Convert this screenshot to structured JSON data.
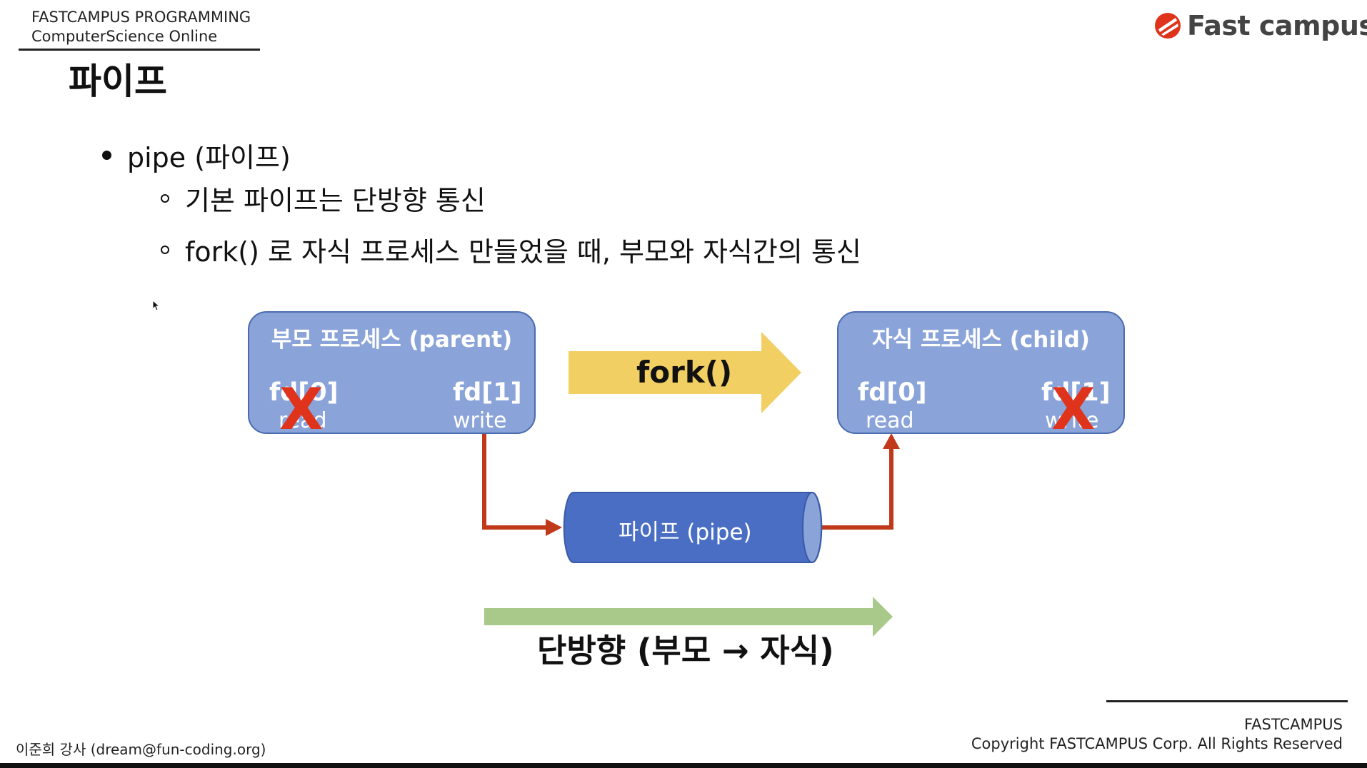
{
  "header": {
    "line1": "FASTCAMPUS PROGRAMMING",
    "line2": "ComputerScience Online"
  },
  "logo": {
    "text": "Fast campus",
    "color": "#e0331b"
  },
  "page_title": "파이프",
  "bullets": {
    "main": "pipe (파이프)",
    "subs": [
      "기본 파이프는 단방향 통신",
      "fork() 로 자식 프로세스 만들었을 때, 부모와 자식간의 통신"
    ]
  },
  "diagram": {
    "parent": {
      "title": "부모 프로세스 (parent)",
      "fd0": "fd[0]",
      "fd0_sub": "read",
      "fd1": "fd[1]",
      "fd1_sub": "write",
      "closed": "fd[0]"
    },
    "child": {
      "title": "자식 프로세스 (child)",
      "fd0": "fd[0]",
      "fd0_sub": "read",
      "fd1": "fd[1]",
      "fd1_sub": "write",
      "closed": "fd[1]"
    },
    "x_mark": "X",
    "fork_label": "fork()",
    "pipe_label": "파이프 (pipe)",
    "direction_label": "단방향 (부모 → 자식)",
    "colors": {
      "box_fill": "#8aa3d8",
      "pipe_fill": "#4a6ec4",
      "fork_arrow": "#f2cf63",
      "flow_arrow": "#c0391b",
      "direction_arrow": "#a9c98a",
      "x_color": "#e0331b"
    }
  },
  "footer": {
    "instructor": "이준희 강사 (dream@fun-coding.org)",
    "company": "FASTCAMPUS",
    "copyright": "Copyright FASTCAMPUS Corp. All Rights Reserved"
  }
}
